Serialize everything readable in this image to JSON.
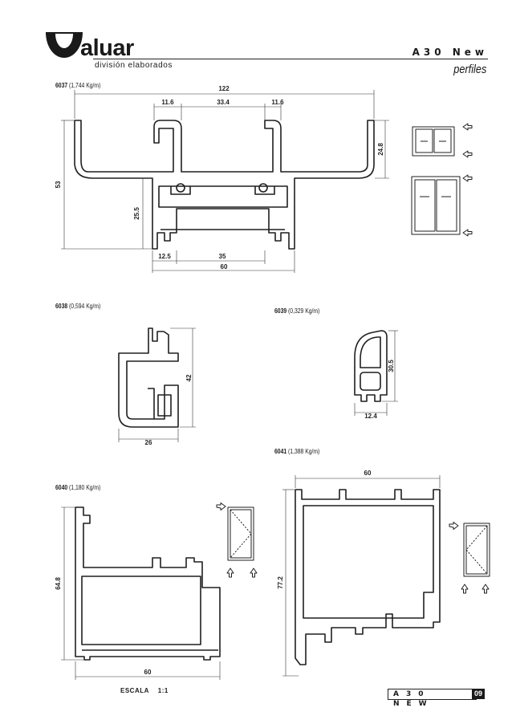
{
  "brand": {
    "name": "aluar",
    "subtitle": "división elaborados"
  },
  "header": {
    "series": "A30 New",
    "section": "perfiles"
  },
  "profiles": [
    {
      "code": "6037",
      "weight": "(1,744 Kg/m)",
      "dims": {
        "width": "122",
        "left": "11.6",
        "mid": "33.4",
        "right": "11.6",
        "height": "53",
        "inner_h": "24.8",
        "lower_h": "25.5",
        "b1": "12.5",
        "b2": "35",
        "total": "60"
      }
    },
    {
      "code": "6038",
      "weight": "(0,594 Kg/m)",
      "dims": {
        "height": "42",
        "width": "26"
      }
    },
    {
      "code": "6039",
      "weight": "(0,329 Kg/m)",
      "dims": {
        "height": "30.5",
        "width": "12.4"
      }
    },
    {
      "code": "6041",
      "weight": "(1,388 Kg/m)",
      "dims": {
        "width": "60",
        "height": "77.2"
      }
    },
    {
      "code": "6040",
      "weight": "(1,180 Kg/m)",
      "dims": {
        "height": "64.8",
        "width": "60"
      }
    }
  ],
  "scale": {
    "label": "ESCALA",
    "value": "1:1"
  },
  "footer": {
    "series": "A30 NEW",
    "page": "09"
  }
}
